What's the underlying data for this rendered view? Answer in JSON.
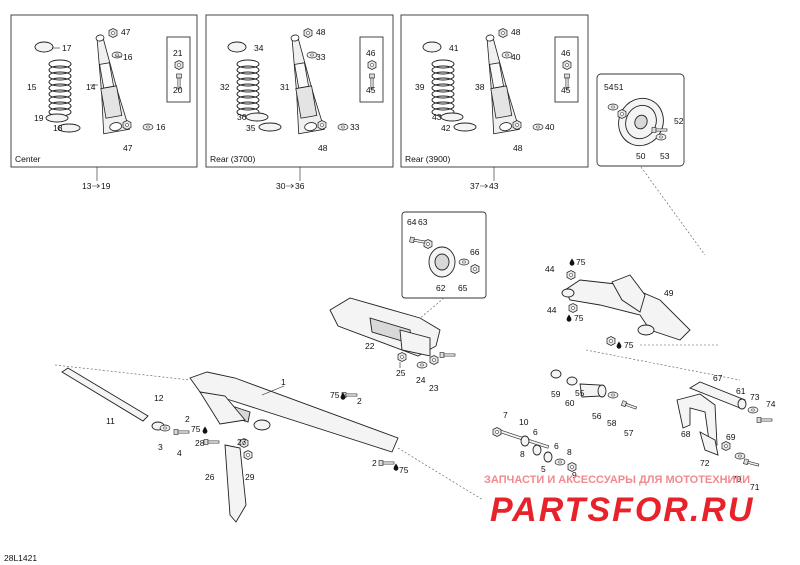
{
  "panels": {
    "center": {
      "caption": "Center",
      "range_from": "13",
      "range_to": "19",
      "labels": {
        "l47a": "47",
        "l17": "17",
        "l16a": "16",
        "l14": "14",
        "l15": "15",
        "l19": "19",
        "l18": "18",
        "l16b": "16",
        "l47b": "47",
        "l21": "21",
        "l20": "20"
      }
    },
    "rear3700": {
      "caption": "Rear (3700)",
      "range_from": "30",
      "range_to": "36",
      "labels": {
        "l48a": "48",
        "l34": "34",
        "l33a": "33",
        "l31": "31",
        "l32": "32",
        "l36": "36",
        "l35": "35",
        "l33b": "33",
        "l48b": "48",
        "l46": "46",
        "l45": "45"
      }
    },
    "rear3900": {
      "caption": "Rear (3900)",
      "range_from": "37",
      "range_to": "43",
      "labels": {
        "l48a": "48",
        "l41": "41",
        "l40a": "40",
        "l38": "38",
        "l39": "39",
        "l43": "43",
        "l42": "42",
        "l40b": "40",
        "l48b": "48",
        "l46": "46",
        "l45": "45"
      }
    },
    "wheel": {
      "labels": {
        "l54": "54",
        "l51": "51",
        "l52": "52",
        "l50": "50",
        "l53": "53"
      }
    },
    "idler": {
      "labels": {
        "l64": "64",
        "l63": "63",
        "l66": "66",
        "l62": "62",
        "l65": "65"
      }
    }
  },
  "callouts": {
    "l22": "22",
    "l25": "25",
    "l24": "24",
    "l23": "23",
    "l1": "1",
    "l75a": "75",
    "l2a": "2",
    "l11": "11",
    "l12": "12",
    "l3": "3",
    "l4": "4",
    "l2b": "2",
    "l75b": "75",
    "l28": "28",
    "l27": "27",
    "l26": "26",
    "l29": "29",
    "l2c": "2",
    "l75c": "75",
    "l44a": "44",
    "l75d": "75",
    "l49": "49",
    "l44b": "44",
    "l75e": "75",
    "l75f": "75",
    "l59": "59",
    "l60": "60",
    "l55": "55",
    "l56": "56",
    "l58": "58",
    "l57": "57",
    "l7": "7",
    "l10": "10",
    "l6a": "6",
    "l8a": "8",
    "l6b": "6",
    "l8b": "8",
    "l5": "5",
    "l9": "9",
    "l67": "67",
    "l61": "61",
    "l73": "73",
    "l74": "74",
    "l68": "68",
    "l72": "72",
    "l69": "69",
    "l70": "70",
    "l71": "71"
  },
  "watermark": {
    "subtitle": "ЗАПЧАСТИ И АКСЕССУАРЫ ДЛЯ МОТОТЕХНИКИ",
    "brand": "PARTSFOR.RU"
  },
  "footer_code": "28L1421",
  "colors": {
    "brand_red": "#e8222a",
    "brand_pink": "#f08a8e",
    "line": "#222222"
  },
  "icons": {
    "oil_drop": "oil-drop-icon",
    "arrow": "range-arrow-icon"
  }
}
